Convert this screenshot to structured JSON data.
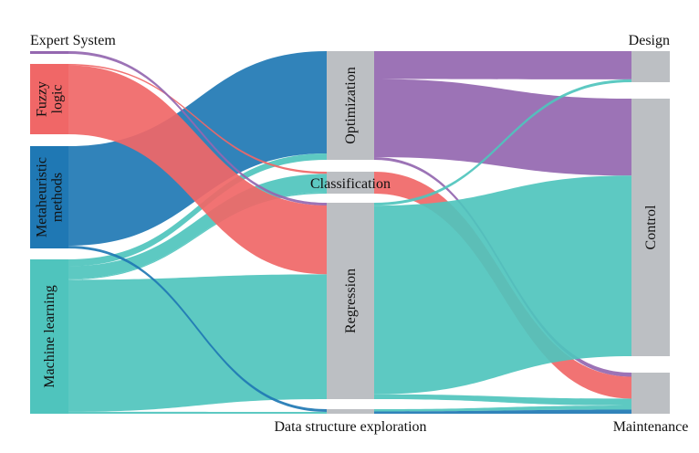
{
  "chart_data": {
    "type": "sankey",
    "title": "",
    "columns": [
      [
        "expert_system",
        "fuzzy_logic",
        "metaheuristic",
        "machine_learning"
      ],
      [
        "optimization",
        "classification",
        "regression",
        "data_structure"
      ],
      [
        "design",
        "control",
        "maintenance"
      ]
    ],
    "nodes": [
      {
        "id": "expert_system",
        "label": "Expert System",
        "lines": [
          "Expert System"
        ],
        "color": "#9467b0",
        "label_pos": "above"
      },
      {
        "id": "fuzzy_logic",
        "label": "Fuzzy logic",
        "lines": [
          "Fuzzy",
          "logic"
        ],
        "color": "#f06767",
        "label_pos": "inside-rotated"
      },
      {
        "id": "metaheuristic",
        "label": "Metaheuristic methods",
        "lines": [
          "Metaheuristic",
          "methods"
        ],
        "color": "#1f78b4",
        "label_pos": "inside-rotated"
      },
      {
        "id": "machine_learning",
        "label": "Machine learning",
        "lines": [
          "Machine learning"
        ],
        "color": "#4fc4bd",
        "label_pos": "inside-rotated"
      },
      {
        "id": "optimization",
        "label": "Optimization",
        "lines": [
          "Optimization"
        ],
        "color": "#bcbfc3",
        "label_pos": "inside-rotated"
      },
      {
        "id": "classification",
        "label": "Classification",
        "lines": [
          "Classification"
        ],
        "color": "#bcbfc3",
        "label_pos": "inside-horizontal"
      },
      {
        "id": "regression",
        "label": "Regression",
        "lines": [
          "Regression"
        ],
        "color": "#bcbfc3",
        "label_pos": "inside-rotated"
      },
      {
        "id": "data_structure",
        "label": "Data structure exploration",
        "lines": [
          "Data structure exploration"
        ],
        "color": "#bcbfc3",
        "label_pos": "below"
      },
      {
        "id": "design",
        "label": "Design",
        "lines": [
          "Design"
        ],
        "color": "#bcbfc3",
        "label_pos": "above"
      },
      {
        "id": "control",
        "label": "Control",
        "lines": [
          "Control"
        ],
        "color": "#bcbfc3",
        "label_pos": "inside-rotated"
      },
      {
        "id": "maintenance",
        "label": "Maintenance",
        "lines": [
          "Maintenance"
        ],
        "color": "#bcbfc3",
        "label_pos": "below"
      }
    ],
    "links": [
      {
        "source": "metaheuristic",
        "target": "optimization",
        "value": 112,
        "color": "#1f78b4"
      },
      {
        "source": "machine_learning",
        "target": "optimization",
        "value": 7,
        "color": "#4fc4bd"
      },
      {
        "source": "fuzzy_logic",
        "target": "classification",
        "value": 1.5,
        "color": "#f06767"
      },
      {
        "source": "machine_learning",
        "target": "classification",
        "value": 13,
        "color": "#4fc4bd"
      },
      {
        "source": "machine_learning",
        "target": "classification",
        "value": 1,
        "color": "#4fc4bd"
      },
      {
        "source": "expert_system",
        "target": "regression",
        "value": 3,
        "color": "#9467b0"
      },
      {
        "source": "fuzzy_logic",
        "target": "regression",
        "value": 75,
        "color": "#f06767"
      },
      {
        "source": "machine_learning",
        "target": "regression",
        "value": 136,
        "color": "#4fc4bd"
      },
      {
        "source": "machine_learning",
        "target": "data_structure",
        "value": 2,
        "color": "#4fc4bd"
      },
      {
        "source": "metaheuristic",
        "target": "data_structure",
        "value": 3,
        "color": "#1f78b4"
      },
      {
        "source": "optimization",
        "target": "design",
        "value": 30,
        "color": "#9467b0"
      },
      {
        "source": "optimization",
        "target": "control",
        "value": 84,
        "color": "#9467b0"
      },
      {
        "source": "optimization",
        "target": "maintenance",
        "value": 3,
        "color": "#9467b0"
      },
      {
        "source": "classification",
        "target": "maintenance",
        "value": 16,
        "color": "#f06767"
      },
      {
        "source": "regression",
        "target": "design",
        "value": 3,
        "color": "#4fc4bd"
      },
      {
        "source": "regression",
        "target": "control",
        "value": 197,
        "color": "#4fc4bd"
      },
      {
        "source": "regression",
        "target": "maintenance",
        "value": 5,
        "color": "#4fc4bd"
      },
      {
        "source": "data_structure",
        "target": "maintenance",
        "value": 3,
        "color": "#4fc4bd"
      },
      {
        "source": "data_structure",
        "target": "maintenance",
        "value": 3,
        "color": "#1f78b4"
      }
    ]
  }
}
